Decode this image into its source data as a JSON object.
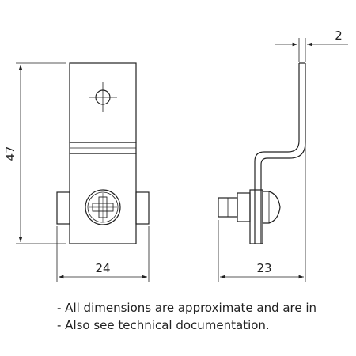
{
  "dimensions": {
    "height": "47",
    "width_front": "24",
    "width_side": "23",
    "thickness": "2"
  },
  "notes": [
    "- All dimensions are approximate and are in",
    "- Also see technical documentation."
  ],
  "colors": {
    "line": "#222222",
    "text": "#222222",
    "background": "#ffffff"
  }
}
